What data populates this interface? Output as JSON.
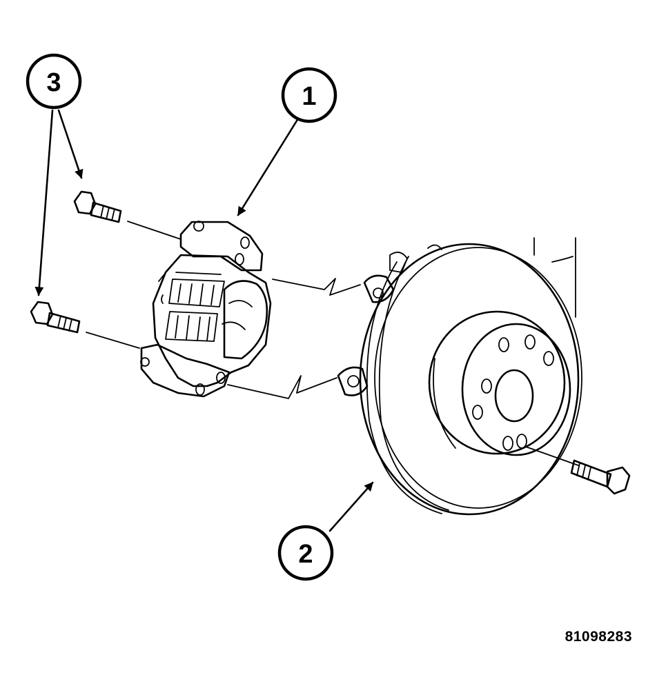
{
  "figure_id": "81098283",
  "callouts": [
    {
      "label": "1",
      "part": "brake-caliper"
    },
    {
      "label": "2",
      "part": "brake-rotor"
    },
    {
      "label": "3",
      "part": "caliper-mounting-bolts"
    }
  ],
  "colors": {
    "ink": "#000000",
    "paper": "#ffffff"
  }
}
